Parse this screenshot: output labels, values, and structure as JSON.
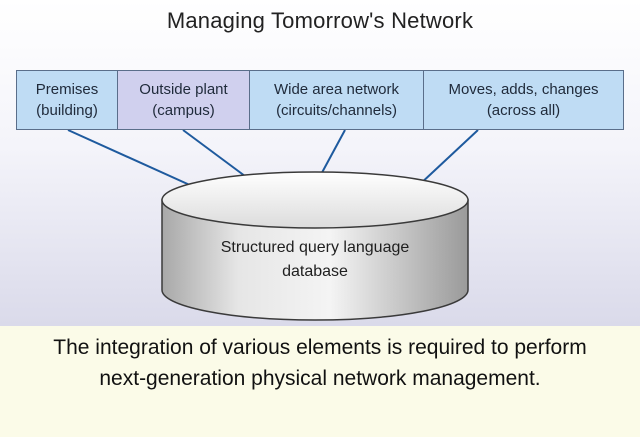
{
  "title": "Managing Tomorrow's Network",
  "boxes": [
    {
      "line1": "Premises",
      "line2": "(building)",
      "color": "#bfdcf4"
    },
    {
      "line1": "Outside plant",
      "line2": "(campus)",
      "color": "#d0d0ee"
    },
    {
      "line1": "Wide area network",
      "line2": "(circuits/channels)",
      "color": "#bfdcf4"
    },
    {
      "line1": "Moves, adds, changes",
      "line2": "(across all)",
      "color": "#bfdcf4"
    }
  ],
  "database": {
    "line1": "Structured query language",
    "line2": "database"
  },
  "caption": "The integration of various elements is required to perform next-generation physical network management.",
  "colors": {
    "connector": "#1e5a9e",
    "cylinder_outline": "#3a3a3a",
    "caption_background": "#fbfbe8"
  }
}
